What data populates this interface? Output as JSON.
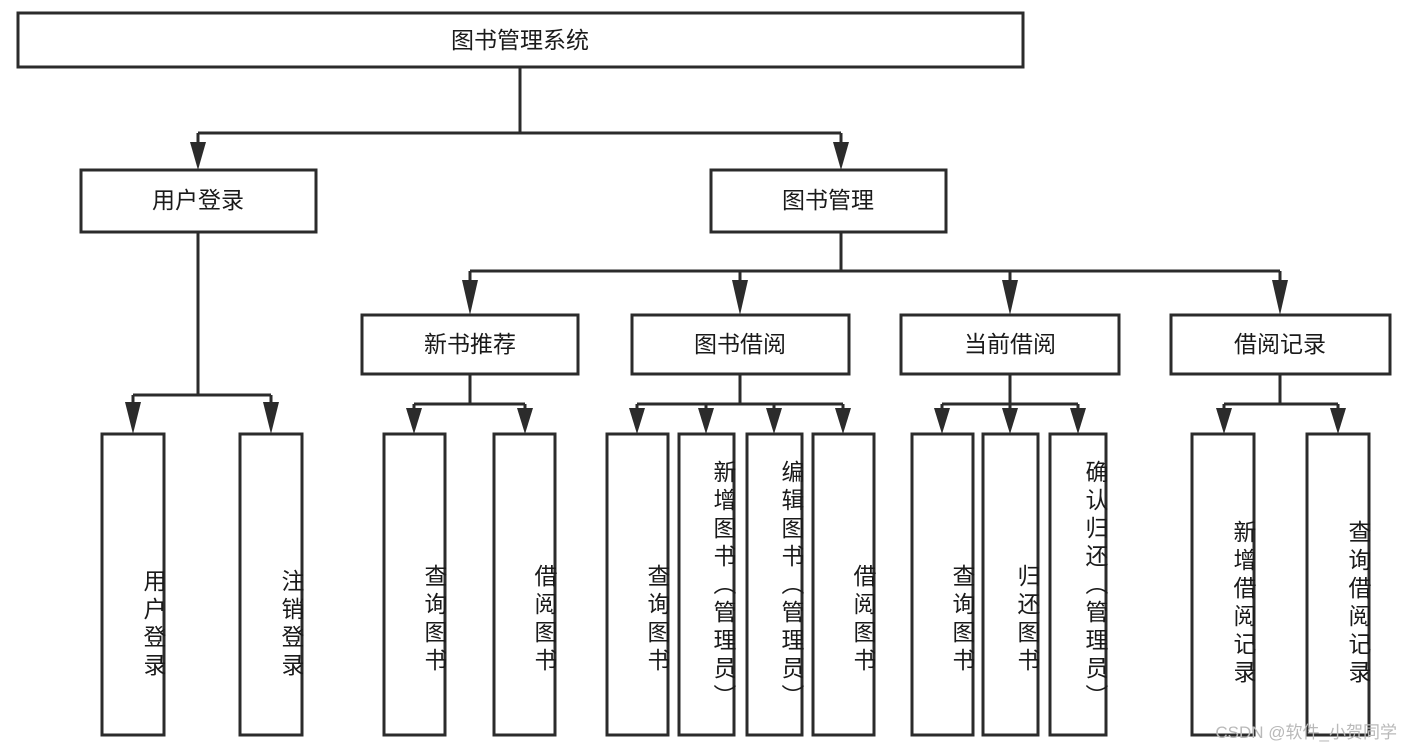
{
  "diagram": {
    "type": "tree-hierarchy",
    "title": "图书管理系统",
    "watermark": "CSDN @软件_小贺同学",
    "colors": {
      "box_stroke": "#2b2b2b",
      "box_fill": "#ffffff",
      "text": "#1a1a1a",
      "background": "#ffffff",
      "watermark": "#b9b9b9"
    },
    "levels": {
      "root": {
        "label": "图书管理系统"
      },
      "level2": [
        {
          "label": "用户登录"
        },
        {
          "label": "图书管理"
        }
      ],
      "level3": [
        {
          "label": "新书推荐"
        },
        {
          "label": "图书借阅"
        },
        {
          "label": "当前借阅"
        },
        {
          "label": "借阅记录"
        }
      ],
      "leaves": [
        {
          "label": "用户登录",
          "parent": "用户登录"
        },
        {
          "label": "注销登录",
          "parent": "用户登录"
        },
        {
          "label": "查询图书",
          "parent": "新书推荐"
        },
        {
          "label": "借阅图书",
          "parent": "新书推荐"
        },
        {
          "label": "查询图书",
          "parent": "图书借阅"
        },
        {
          "label": "新增图书（管理员）",
          "parent": "图书借阅"
        },
        {
          "label": "编辑图书（管理员）",
          "parent": "图书借阅"
        },
        {
          "label": "借阅图书",
          "parent": "图书借阅"
        },
        {
          "label": "查询图书",
          "parent": "当前借阅"
        },
        {
          "label": "归还图书",
          "parent": "当前借阅"
        },
        {
          "label": "确认归还（管理员）",
          "parent": "当前借阅"
        },
        {
          "label": "新增借阅记录",
          "parent": "借阅记录"
        },
        {
          "label": "查询借阅记录",
          "parent": "借阅记录"
        }
      ]
    }
  }
}
